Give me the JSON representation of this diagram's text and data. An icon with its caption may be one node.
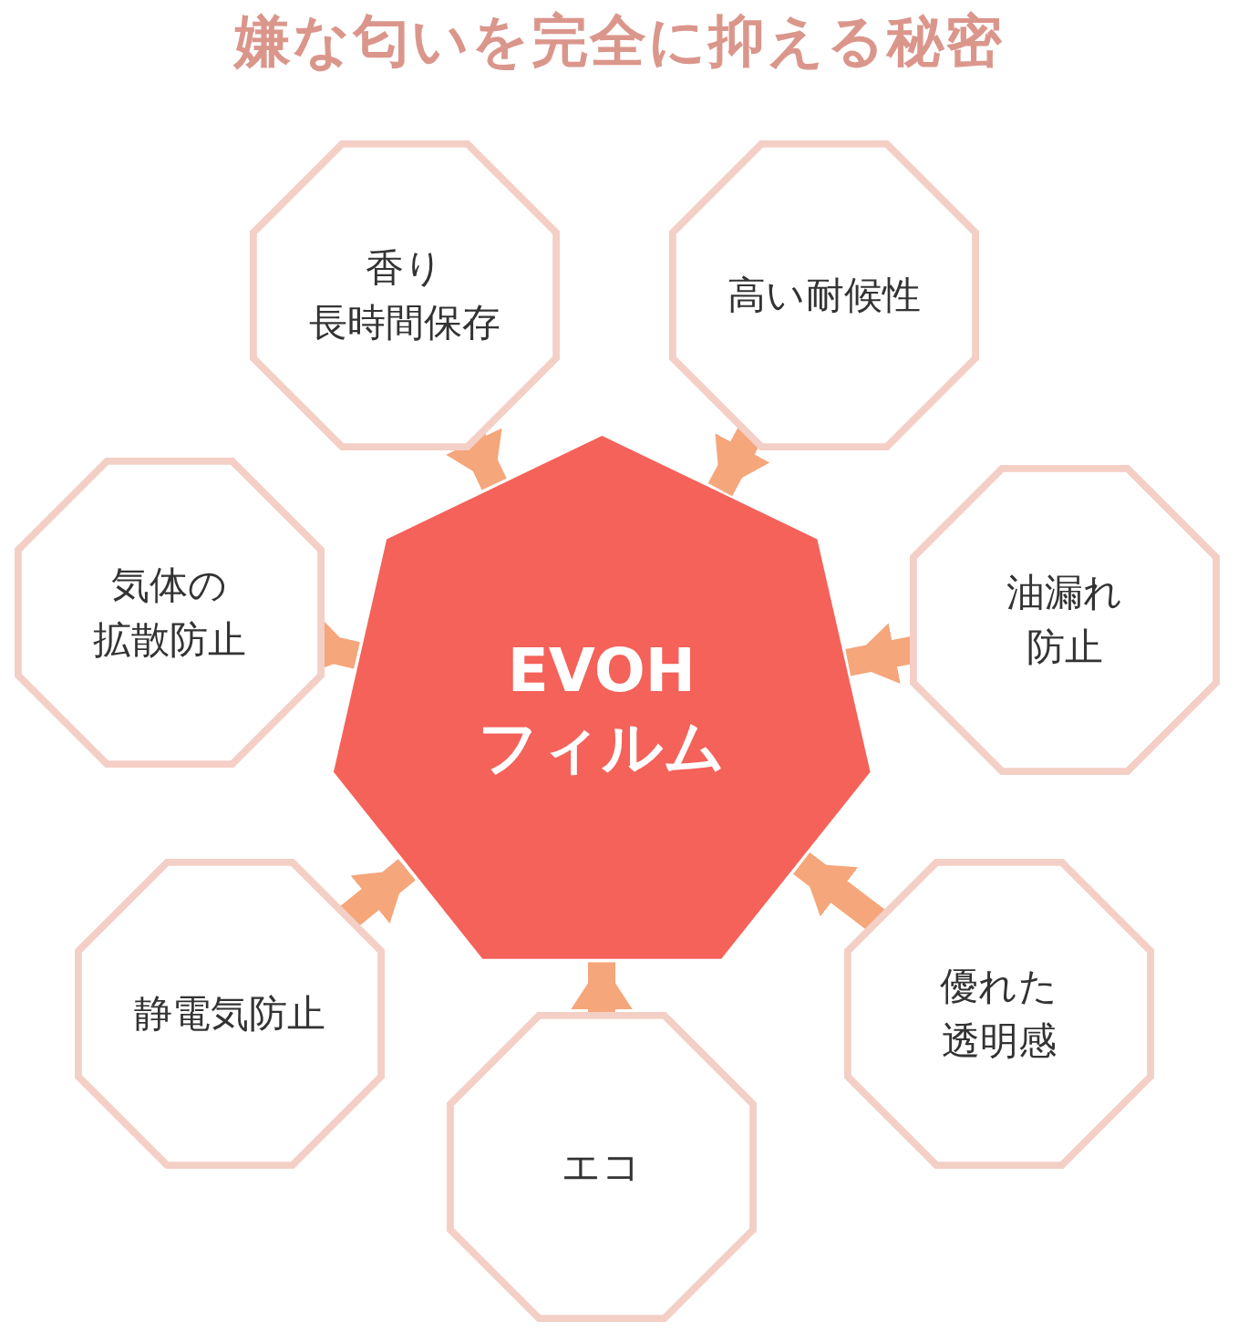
{
  "diagram": {
    "title": "嫌な匂いを完全に抑える秘密",
    "nodes": [
      {
        "text": [
          "EVOH フィルム"
        ]
      },
      {
        "text": [
          "香り長時間保存"
        ]
      },
      {
        "text": [
          "高い耐候性"
        ]
      },
      {
        "text": [
          "気体の拡散防止"
        ]
      },
      {
        "text": [
          "油漏れ防止"
        ]
      },
      {
        "text": [
          "静電気防止"
        ]
      },
      {
        "text": [
          "優れた透明感"
        ]
      },
      {
        "text": [
          "エコ"
        ]
      }
    ],
    "edges": [
      {
        "from": 1,
        "to": 0,
        "arrow": "to"
      },
      {
        "from": 2,
        "to": 0,
        "arrow": "to"
      },
      {
        "from": 3,
        "to": 0,
        "arrow": "to"
      },
      {
        "from": 4,
        "to": 0,
        "arrow": "to"
      },
      {
        "from": 5,
        "to": 0,
        "arrow": "to"
      },
      {
        "from": 6,
        "to": 0,
        "arrow": "to"
      },
      {
        "from": 7,
        "to": 0,
        "arrow": "to"
      }
    ]
  }
}
